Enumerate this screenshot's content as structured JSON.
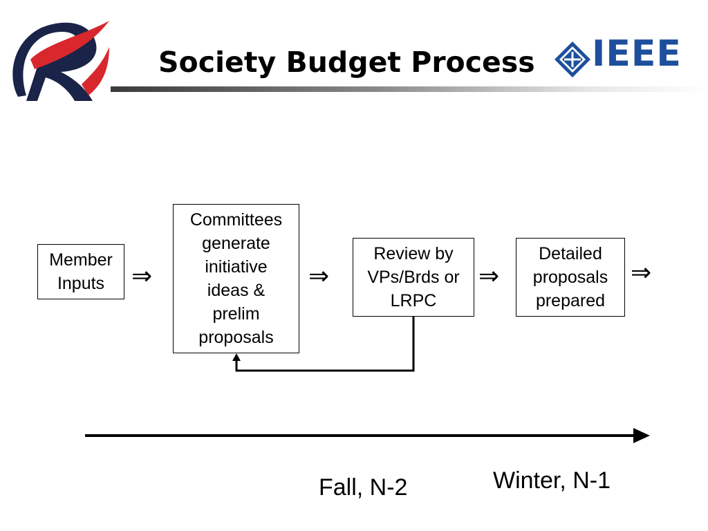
{
  "slide": {
    "title": "Society Budget Process",
    "logo_right_text": "IEEE"
  },
  "colors": {
    "logo_red": "#d8282e",
    "logo_navy": "#1a2348",
    "ieee_blue": "#1d4f9c"
  },
  "icons": {
    "left_logo": "r-swoosh-logo-icon",
    "right_logo": "ieee-diamond-logo-icon",
    "flow_arrow": "implies-arrow-icon"
  },
  "flow": {
    "boxes": [
      {
        "text": "Member\nInputs"
      },
      {
        "text": "Committees\ngenerate\ninitiative\nideas &\nprelim\nproposals"
      },
      {
        "text": "Review by\nVPs/Brds or\nLRPC"
      },
      {
        "text": "Detailed\nproposals\nprepared"
      }
    ],
    "arrow_symbol": "⇒"
  },
  "timeline": {
    "labels": [
      "Fall, N-2",
      "Winter, N-1"
    ]
  }
}
